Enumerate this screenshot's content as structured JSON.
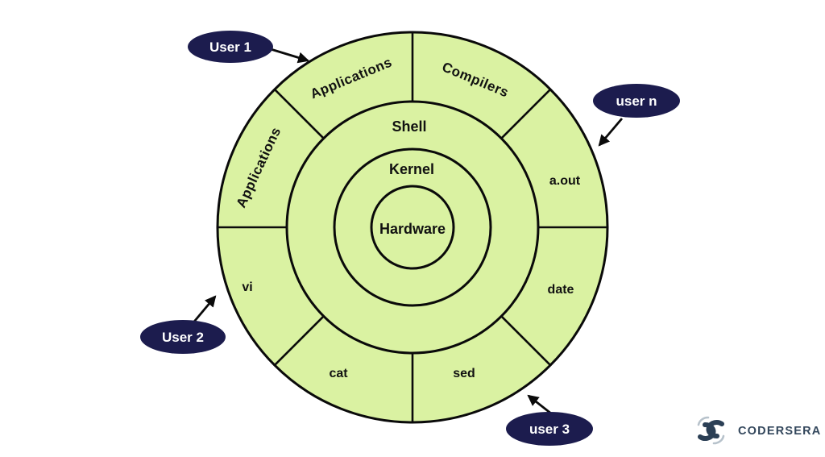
{
  "diagram": {
    "rings": [
      {
        "label": "Hardware"
      },
      {
        "label": "Kernel"
      },
      {
        "label": "Shell"
      }
    ],
    "outer_segments": [
      {
        "label": "Applications"
      },
      {
        "label": "Compilers"
      },
      {
        "label": "a.out"
      },
      {
        "label": "date"
      },
      {
        "label": "sed"
      },
      {
        "label": "cat"
      },
      {
        "label": "vi"
      },
      {
        "label": "Applications"
      }
    ],
    "user_badges": [
      {
        "label": "User 1"
      },
      {
        "label": "user n"
      },
      {
        "label": "User 2"
      },
      {
        "label": "user 3"
      }
    ],
    "colors": {
      "segment_fill": "#daf2a2",
      "outline": "#0a0a0a",
      "badge_fill": "#1c1c4e",
      "badge_text": "#ffffff",
      "logo_color": "#33475c"
    }
  },
  "branding": {
    "logo_text": "CODERSERA"
  }
}
